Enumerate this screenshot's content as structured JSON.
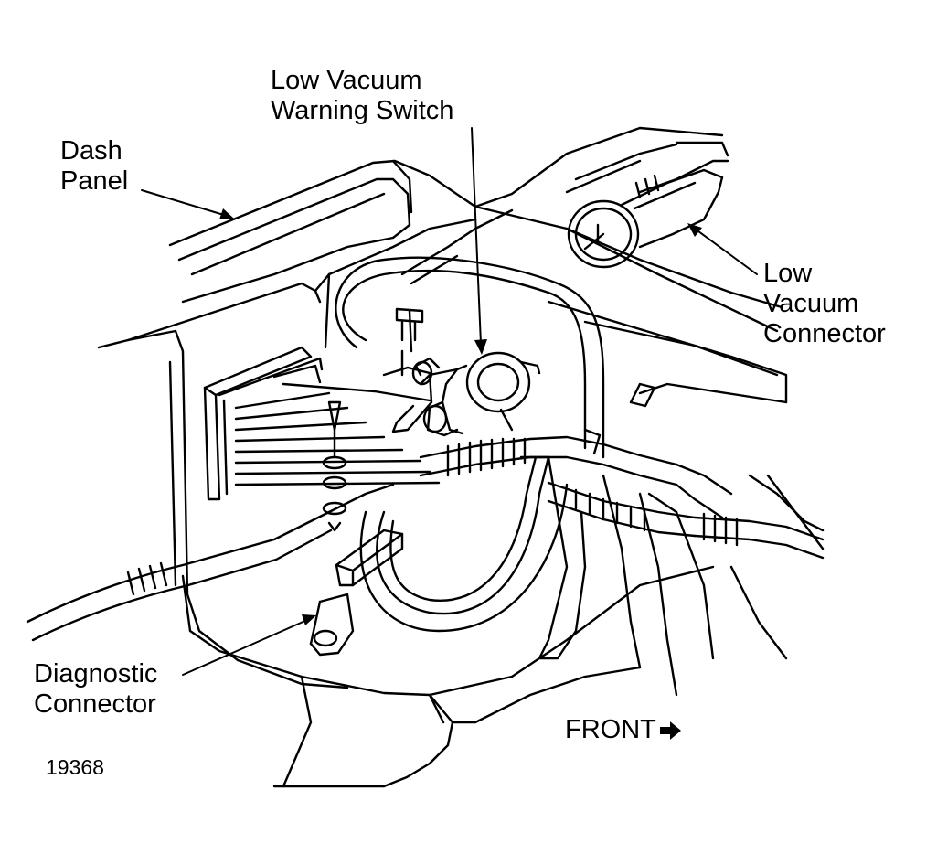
{
  "labels": {
    "low_vacuum_warning_switch": [
      "Low Vacuum",
      "Warning Switch"
    ],
    "dash_panel": [
      "Dash",
      "Panel"
    ],
    "low_vacuum_connector": [
      "Low",
      "Vacuum",
      "Connector"
    ],
    "diagnostic_connector": [
      "Diagnostic",
      "Connector"
    ],
    "front": "FRONT",
    "figure_number": "19368"
  },
  "icons": {
    "direction_arrow": "right-arrow-icon"
  },
  "colors": {
    "ink": "#000000",
    "paper": "#ffffff"
  }
}
